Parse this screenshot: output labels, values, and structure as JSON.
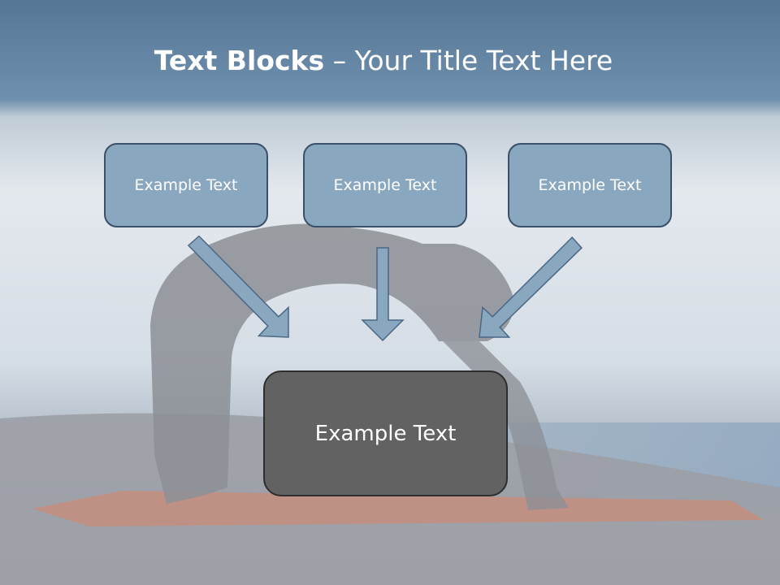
{
  "title": {
    "bold": "Text Blocks",
    "separator": " – ",
    "rest": "Your Title Text Here"
  },
  "blocks": [
    {
      "label": "Example Text"
    },
    {
      "label": "Example Text"
    },
    {
      "label": "Example Text"
    }
  ],
  "center_block": {
    "label": "Example Text"
  },
  "colors": {
    "top_band": "#5e7f9e",
    "small_box_fill": "#8aa7c0",
    "small_box_border": "#3a5068",
    "center_box_fill": "#626262",
    "arrow_fill": "#8aa7c0",
    "arrow_stroke": "#4a6785"
  }
}
